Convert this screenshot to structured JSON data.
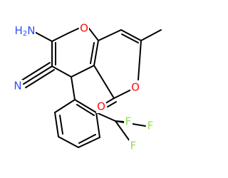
{
  "colors": {
    "bond": "#000000",
    "nitrogen": "#3050F8",
    "oxygen": "#FF0D0D",
    "fluorine": "#90E050",
    "background": "#ffffff"
  },
  "labels": {
    "amino": "H2N",
    "amino_text": "H",
    "amino_sub": "2",
    "amino_n": "N",
    "nitrile_n": "N",
    "ring_o1": "O",
    "ring_o2": "O",
    "carbonyl_o": "O",
    "f1": "F",
    "f2": "F",
    "f3": "F"
  }
}
